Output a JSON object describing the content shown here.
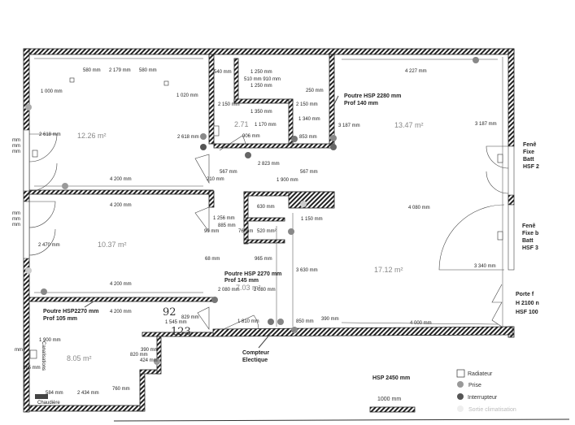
{
  "plan": {
    "rooms": {
      "room_a": "12.26 m²",
      "room_b": "10.37 m²",
      "room_c": "8.05 m²",
      "room_d": "2.71",
      "room_e": "13.47 m²",
      "room_f": "17.12 m²",
      "room_g": "7.03 m²"
    },
    "dimensions": {
      "d1": "580 mm",
      "d2": "2 179 mm",
      "d3": "580 mm",
      "d4": "1 000 mm",
      "d5": "1 020 mm",
      "d6": "2 618 mm",
      "d7": "2 618 mm",
      "d8": "4 200 mm",
      "d9": "540 mm",
      "d10": "1 250 mm",
      "d11": "510 mm 910 mm",
      "d12": "1 250 mm",
      "d13": "2 150 mm",
      "d14": "1 350 mm",
      "d15": "1 170 mm",
      "d16": "906 mm",
      "d17": "2 823 mm",
      "d18": "567 mm",
      "d19": "210 mm",
      "d20": "1 900 mm",
      "d21": "2 150 mm",
      "d22": "1 340 mm",
      "d23": "853 mm",
      "d24": "250 mm",
      "d25": "4 227 mm",
      "d26": "3 187 mm",
      "d27": "3 187 mm",
      "d28": "567 mm",
      "d29": "4 200 mm",
      "d30": "2 470 mm",
      "d31": "4 200 mm",
      "d32": "4 200 mm",
      "d33": "829 mm",
      "d34": "1 545 mm",
      "d35": "1 810 mm",
      "d36": "1 256 mm",
      "d37": "885 mm",
      "d38": "90 mm",
      "d39": "68 mm",
      "d40": "2 080 mm",
      "d41": "2 080 mm",
      "d42": "76 mm",
      "d43": "520 mm²",
      "d44": "630 mm",
      "d45": "965 mm",
      "d46": "4 080 mm",
      "d47": "1 150 mm",
      "d48": "3 630 mm",
      "d49": "3 340 mm",
      "d50": "850 mm",
      "d51": "390 mm",
      "d52": "4 000 mm",
      "d53": "1 900 mm",
      "d54": "165 mm",
      "d55": "390 mm",
      "d56": "820 mm",
      "d57": "424 mm",
      "d58": "584 mm",
      "d59": "2 434 mm",
      "d60": "760 mm",
      "d61": "mm",
      "d62": "mm",
      "d63": "mm",
      "d64": "mm",
      "d65": "mm",
      "d66": "mm",
      "d67": "mm"
    },
    "notes": {
      "beam1_a": "Poutre HSP 2280 mm",
      "beam1_b": "Prof 140 mm",
      "beam2_a": "Poutre HSP 2270 mm",
      "beam2_b": "Prof 145 mm",
      "beam3_a": "Poutre HSP2270 mm",
      "beam3_b": "Prof 105 mm",
      "meter_a": "Compteur",
      "meter_b": "Electique",
      "window1": [
        "Fenê",
        "Fixe",
        "Batt",
        "HSF 2"
      ],
      "window2": [
        "Fenê",
        "Fixe b",
        "Batt",
        "HSF 3"
      ],
      "door": [
        "Porte f",
        "H 2100 n",
        "HSF 100"
      ],
      "pipes": "Canalisations",
      "boiler": "Chaudière",
      "hsp": "HSP 2450 mm",
      "handwritten_1": "92",
      "handwritten_2": "123"
    },
    "scale": {
      "label": "1000 mm"
    },
    "legend": {
      "radiator": "Radiateur",
      "socket": "Prise",
      "switch": "Interrupteur",
      "ac_outlet": "Sortie climatisation"
    },
    "colors": {
      "wall": "#222222",
      "socket": "#9a9a9a",
      "switch": "#555555"
    }
  }
}
